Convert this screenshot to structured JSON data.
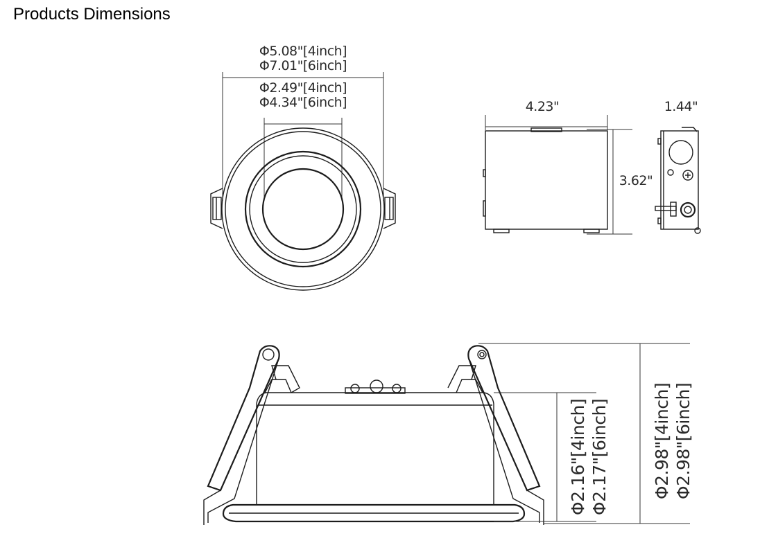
{
  "title": "Products Dimensions",
  "top_view": {
    "outer_dia_4": "Φ5.08\"[4inch]",
    "outer_dia_6": "Φ7.01\"[6inch]",
    "inner_dia_4": "Φ2.49\"[4inch]",
    "inner_dia_6": "Φ4.34\"[6inch]"
  },
  "junction_box": {
    "length": "4.23\"",
    "height": "3.62\"",
    "width": "1.44\""
  },
  "side_view": {
    "body_height_4": "Φ2.16\"[4inch]",
    "body_height_6": "Φ2.17\"[6inch]",
    "total_height_4": "Φ2.98\"[4inch]",
    "total_height_6": "Φ2.98\"[6inch]"
  }
}
